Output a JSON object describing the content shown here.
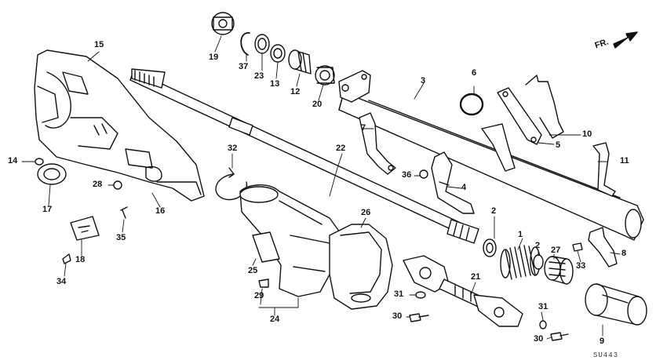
{
  "diagram": {
    "direction_label": "FR.",
    "drawing_code": "SU443",
    "callouts": {
      "c1": "1",
      "c2a": "2",
      "c2b": "2",
      "c3": "3",
      "c4": "4",
      "c5": "5",
      "c6": "6",
      "c7": "7",
      "c8": "8",
      "c9": "9",
      "c10": "10",
      "c11": "11",
      "c12": "12",
      "c13": "13",
      "c14": "14",
      "c15": "15",
      "c16": "16",
      "c17": "17",
      "c18": "18",
      "c19": "19",
      "c20": "20",
      "c21": "21",
      "c22": "22",
      "c23": "23",
      "c24": "24",
      "c25": "25",
      "c26": "26",
      "c27": "27",
      "c28": "28",
      "c29": "29",
      "c30a": "30",
      "c30b": "30",
      "c31a": "31",
      "c31b": "31",
      "c32": "32",
      "c33": "33",
      "c34": "34",
      "c35": "35",
      "c36": "36",
      "c37": "37"
    },
    "colors": {
      "ink": "#111111",
      "paper": "#ffffff",
      "shade": "#555555"
    }
  }
}
